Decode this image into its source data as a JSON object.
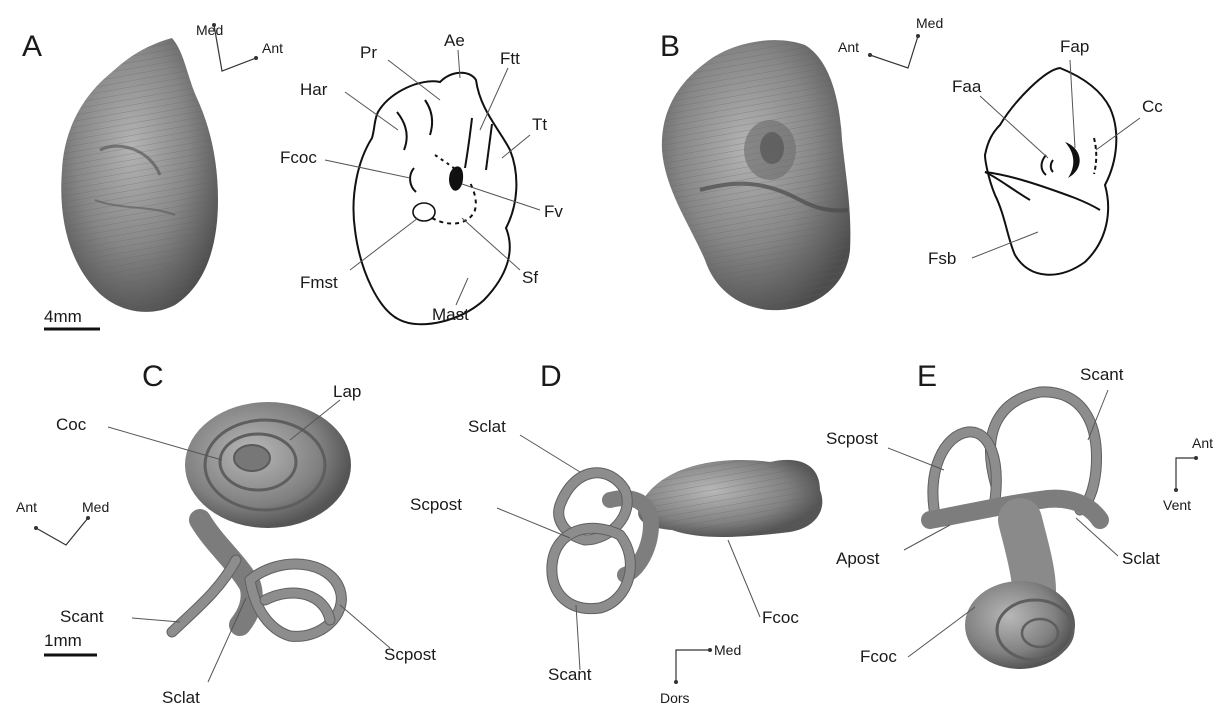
{
  "panels": {
    "A": {
      "letter": "A",
      "orientation": {
        "a": "Med",
        "b": "Ant"
      },
      "labels": {
        "pr": "Pr",
        "ae": "Ae",
        "ftt": "Ftt",
        "har": "Har",
        "tt": "Tt",
        "fcoc": "Fcoc",
        "fv": "Fv",
        "fmst": "Fmst",
        "sf": "Sf",
        "mast": "Mast"
      },
      "scale_bar": "4mm"
    },
    "B": {
      "letter": "B",
      "orientation": {
        "a": "Ant",
        "b": "Med"
      },
      "labels": {
        "fap": "Fap",
        "faa": "Faa",
        "cc": "Cc",
        "fsb": "Fsb"
      }
    },
    "C": {
      "letter": "C",
      "orientation": {
        "a": "Ant",
        "b": "Med"
      },
      "labels": {
        "lap": "Lap",
        "coc": "Coc",
        "scant": "Scant",
        "sclat": "Sclat",
        "scpost": "Scpost"
      },
      "scale_bar": "1mm"
    },
    "D": {
      "letter": "D",
      "orientation": {
        "a": "Med",
        "b": "Dors"
      },
      "labels": {
        "sclat": "Sclat",
        "scpost": "Scpost",
        "scant": "Scant",
        "fcoc": "Fcoc"
      }
    },
    "E": {
      "letter": "E",
      "orientation": {
        "a": "Ant",
        "b": "Vent"
      },
      "labels": {
        "scant": "Scant",
        "scpost": "Scpost",
        "apost": "Apost",
        "sclat": "Sclat",
        "fcoc": "Fcoc"
      }
    }
  },
  "colors": {
    "specimen_light": "#a8a8a8",
    "specimen_mid": "#7d7d7d",
    "specimen_dark": "#4a4a4a",
    "ink": "#111111"
  }
}
